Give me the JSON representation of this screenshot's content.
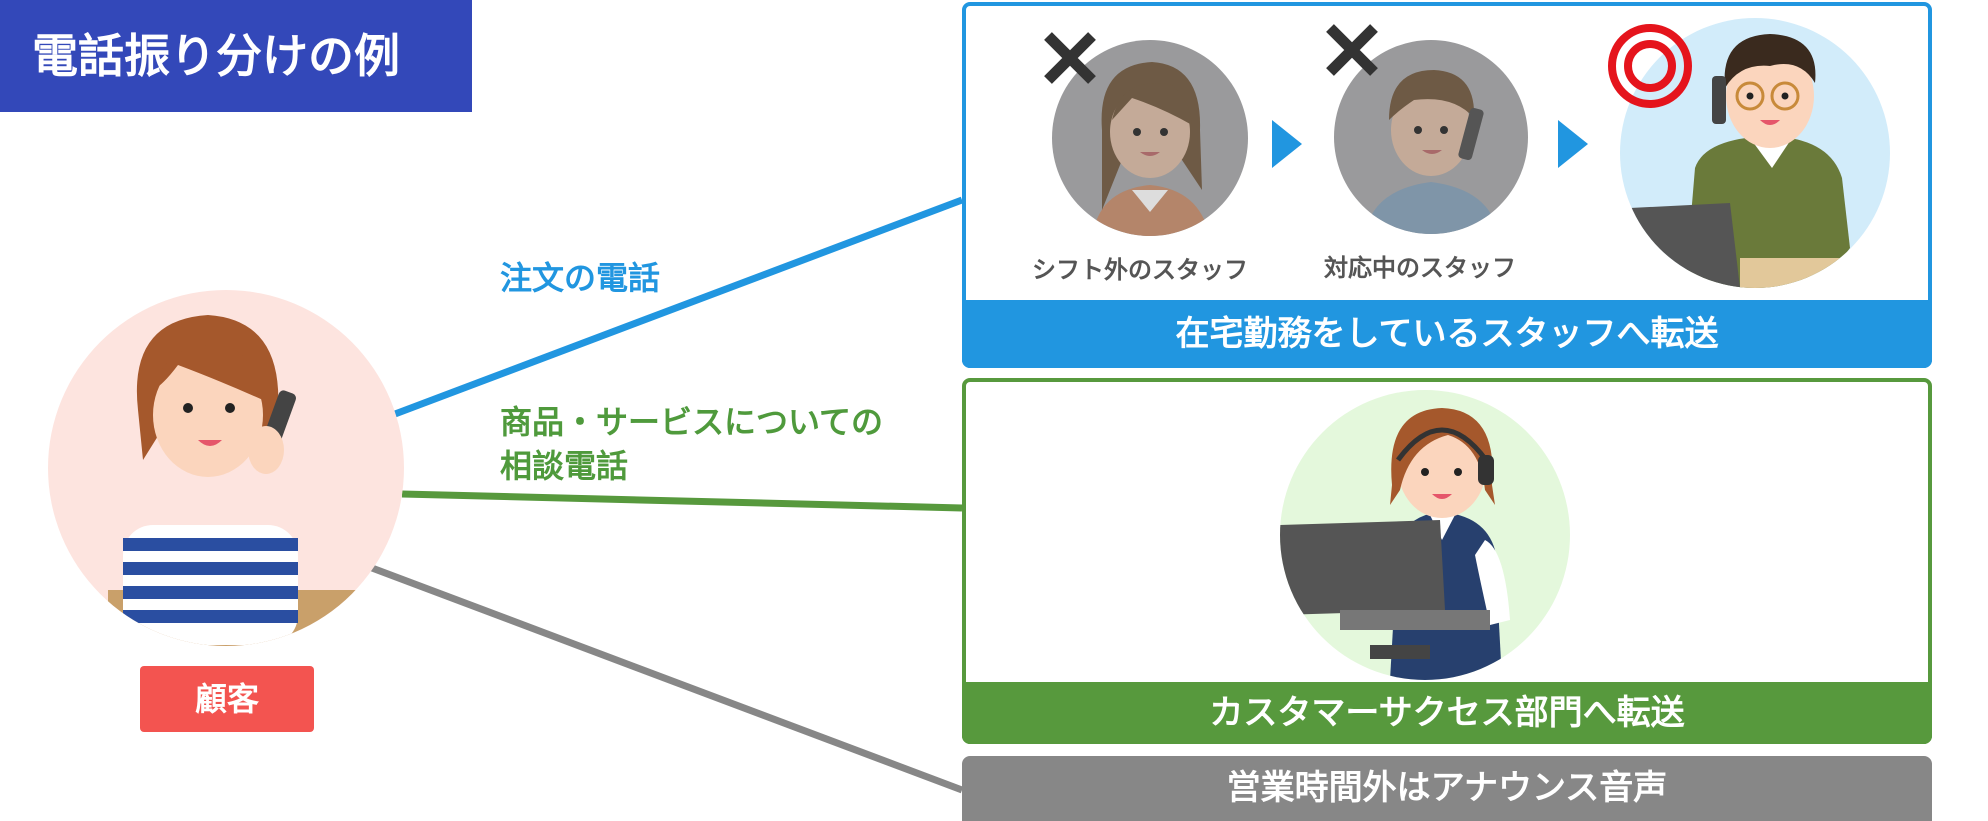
{
  "title": "電話振り分けの例",
  "customer": {
    "label": "顧客"
  },
  "routes": {
    "order": {
      "label": "注文の電話",
      "color": "#2196e0",
      "destination": "在宅勤務をしているスタッフへ転送"
    },
    "consult": {
      "label_line1": "商品・サービスについての",
      "label_line2": "相談電話",
      "color": "#57993d",
      "destination": "カスタマーサクセス部門へ転送"
    },
    "after_hours": {
      "color": "#878787",
      "destination": "営業時間外はアナウンス音声"
    }
  },
  "staff": {
    "shift_off": {
      "label": "シフト外のスタッフ",
      "mark": "✕"
    },
    "busy": {
      "label": "対応中のスタッフ",
      "mark": "✕"
    },
    "remote": {
      "mark": "◎"
    }
  },
  "colors": {
    "title_bg": "#3348b9",
    "customer_badge": "#f35450",
    "arrow": "#2196e0"
  }
}
